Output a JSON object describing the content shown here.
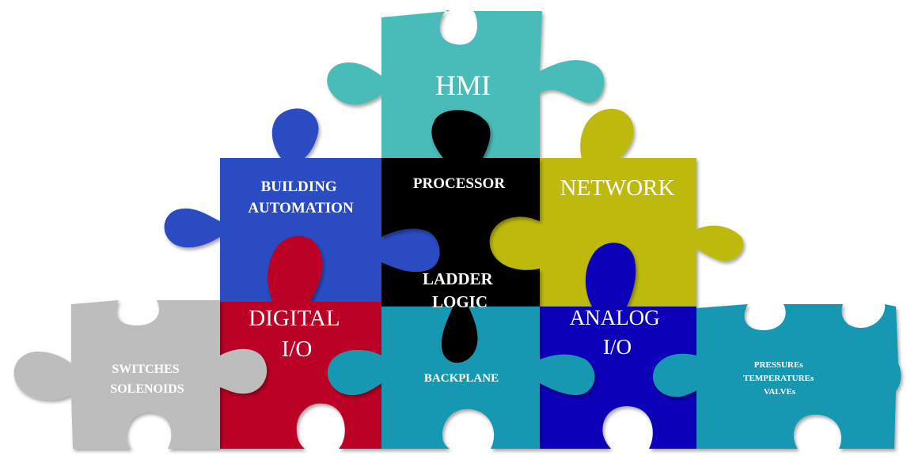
{
  "pieces": [
    {
      "id": "hmi",
      "label_lines": [
        "HMI"
      ],
      "color": "#48BBB8",
      "text_color": "#ffffff"
    },
    {
      "id": "processor",
      "label_lines": [
        "PROCESSOR"
      ],
      "color": "#000000",
      "text_color": "#ffffff"
    },
    {
      "id": "building_automation",
      "label_lines": [
        "BUILDING",
        "AUTOMATION"
      ],
      "color": "#2B4BC2",
      "text_color": "#ffffff"
    },
    {
      "id": "network",
      "label_lines": [
        "NETWORK"
      ],
      "color": "#BDBA10",
      "text_color": "#111111"
    },
    {
      "id": "ladder_logic",
      "label_lines": [
        "LADDER",
        "LOGIC"
      ],
      "color": "#000000",
      "text_color": "#ffffff"
    },
    {
      "id": "digital_io",
      "label_lines": [
        "DIGITAL",
        "I/O"
      ],
      "color": "#BB0026",
      "text_color": "#ffffff"
    },
    {
      "id": "analog_io",
      "label_lines": [
        "ANALOG",
        "I/O"
      ],
      "color": "#0A06B9",
      "text_color": "#ffffff"
    },
    {
      "id": "backplane",
      "label_lines": [
        "BACKPLANE"
      ],
      "color": "#1598B2",
      "text_color": "#ffffff"
    },
    {
      "id": "switches_solenoids",
      "label_lines": [
        "SWITCHES",
        "SOLENOIDS"
      ],
      "color": "#BDBDBD",
      "text_color": "#111111"
    },
    {
      "id": "field_devices",
      "label_lines": [
        "PRESSUREs",
        "TEMPERATUREs",
        "VALVEs"
      ],
      "color": "#1598B2",
      "text_color": "#ffffff"
    }
  ]
}
